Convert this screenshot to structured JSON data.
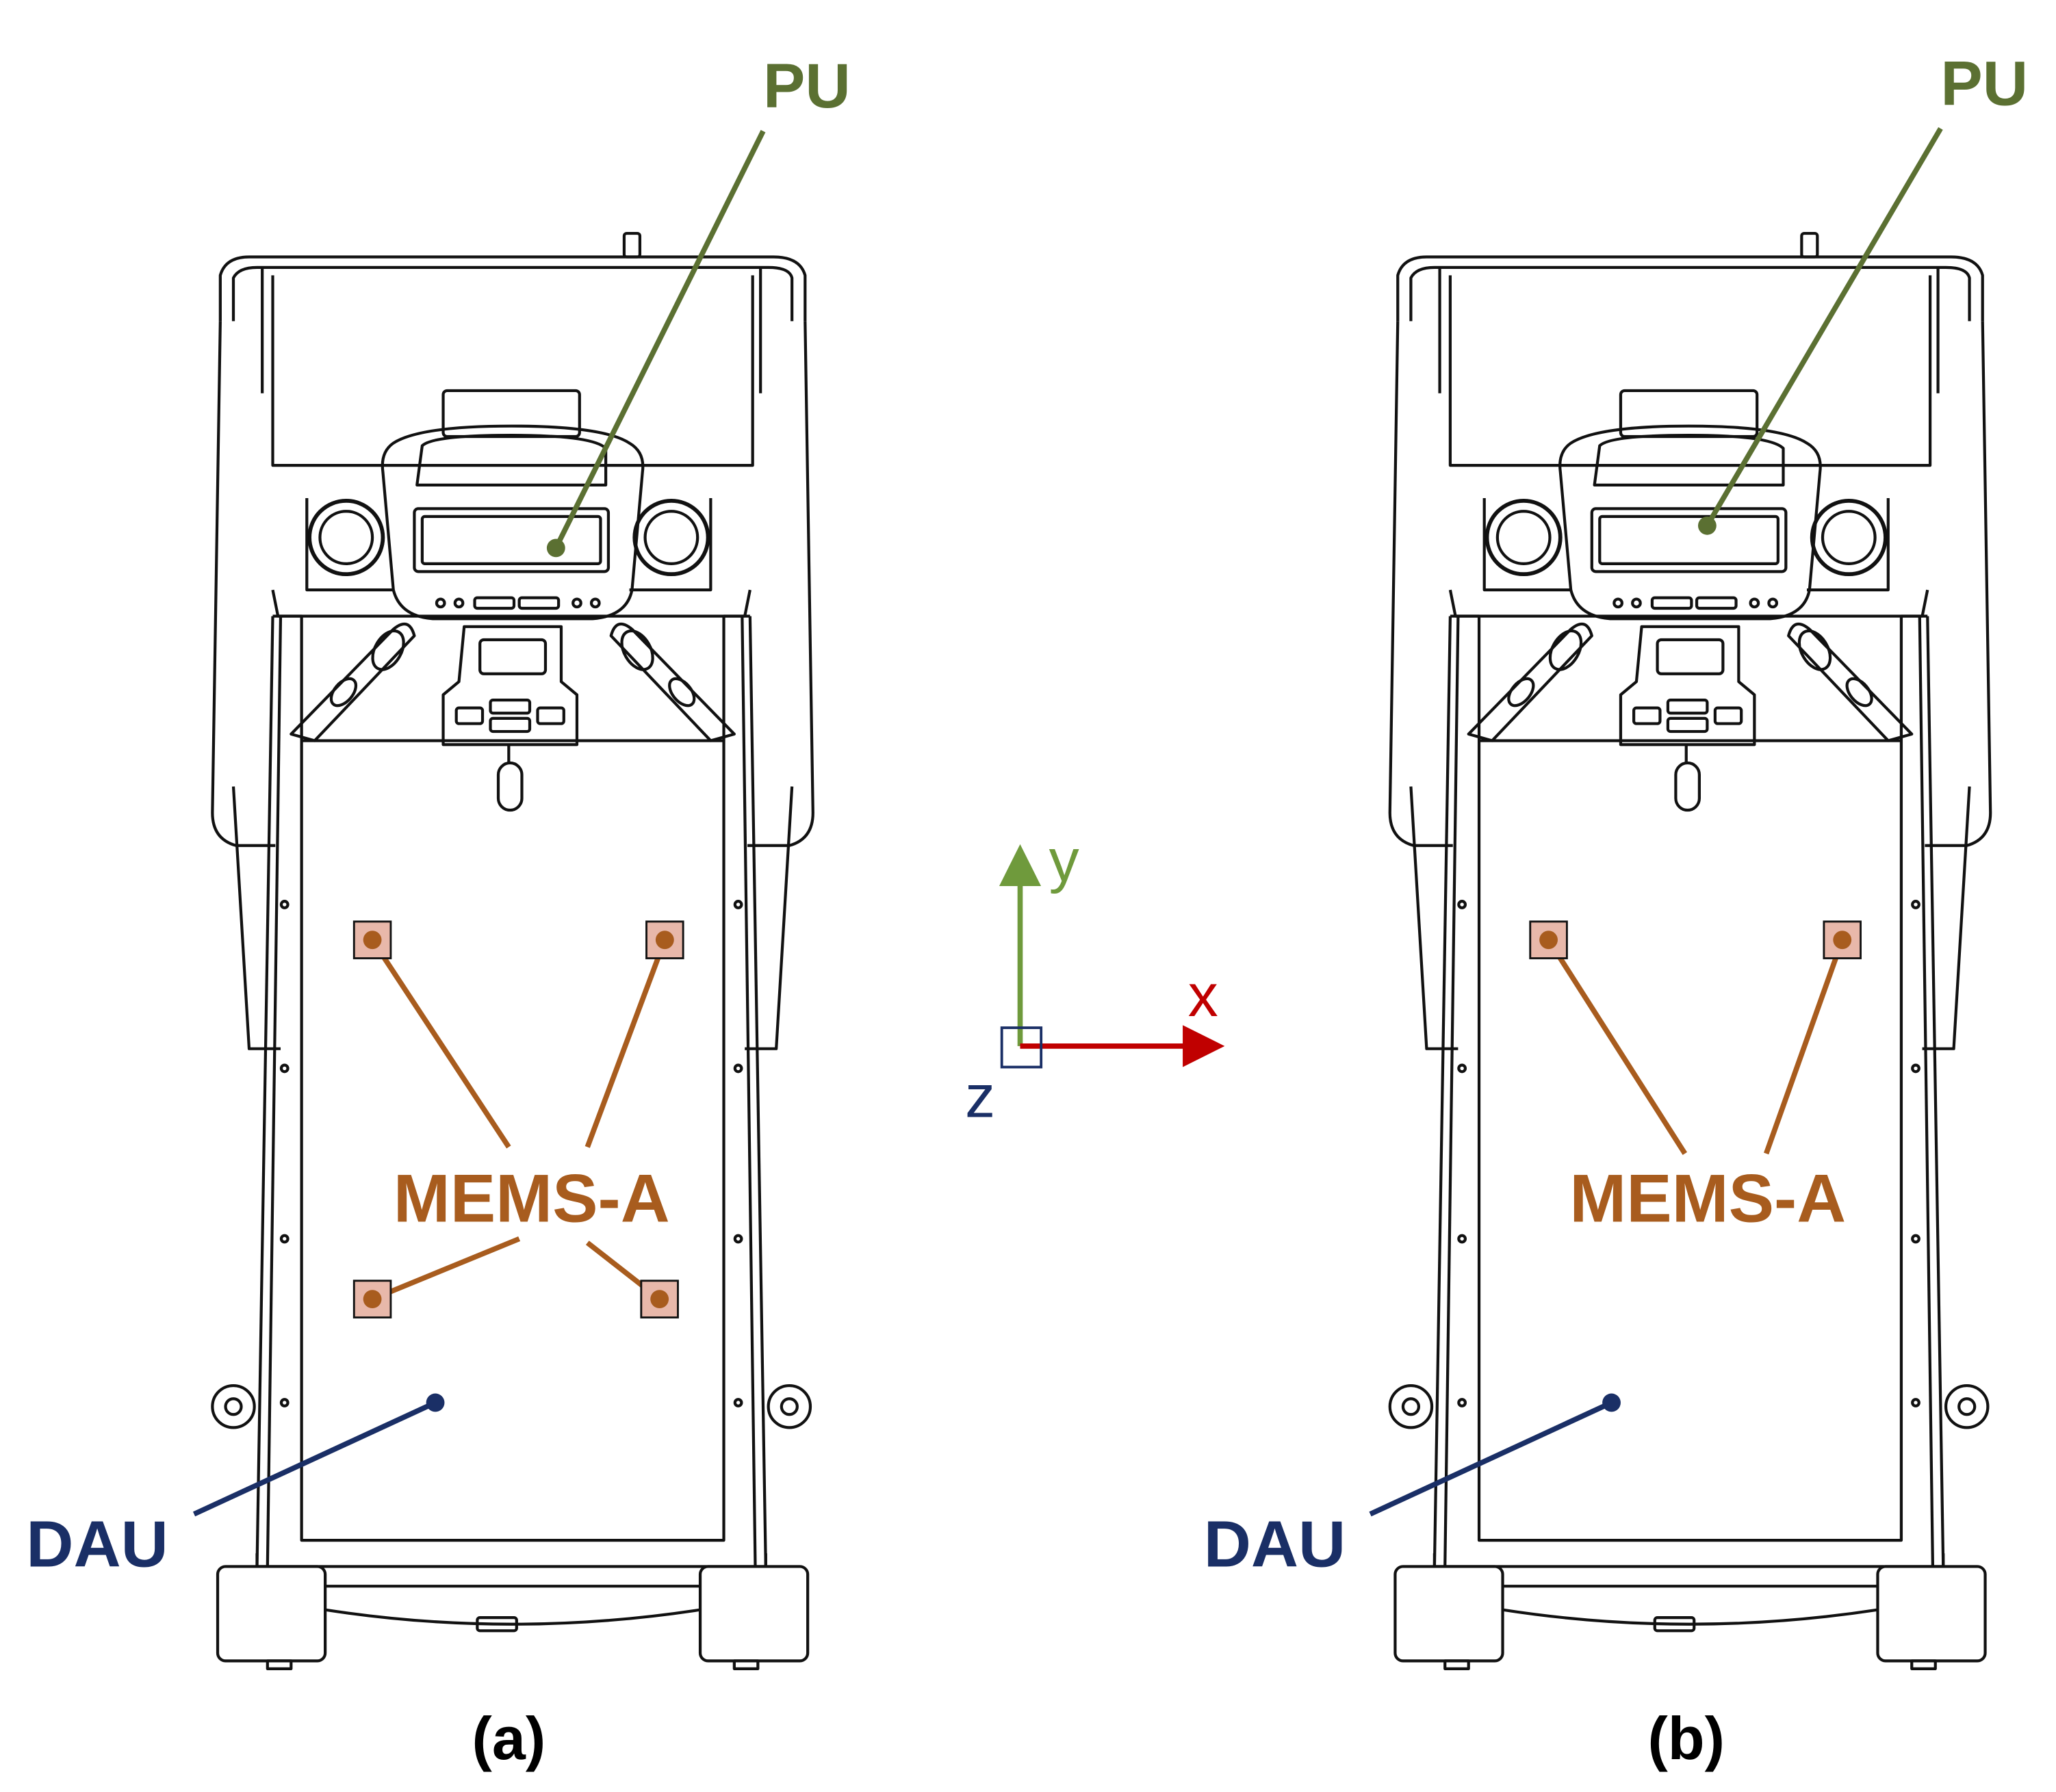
{
  "colors": {
    "pu": "#5b7032",
    "mems": "#a85c1e",
    "mems_fill": "#e8b8aa",
    "dau": "#1a2f66",
    "x_axis": "#c00000",
    "y_axis": "#6f9a3c",
    "z_axis": "#1a2f66",
    "line": "#111111"
  },
  "panels": [
    {
      "caption": "(a)",
      "pu_label": "PU",
      "mems_label": "MEMS-A",
      "dau_label": "DAU",
      "sensor_count": 4
    },
    {
      "caption": "(b)",
      "pu_label": "PU",
      "mems_label": "MEMS-A",
      "dau_label": "DAU",
      "sensor_count": 2
    }
  ],
  "axes": {
    "x": "x",
    "y": "y",
    "z": "z"
  }
}
